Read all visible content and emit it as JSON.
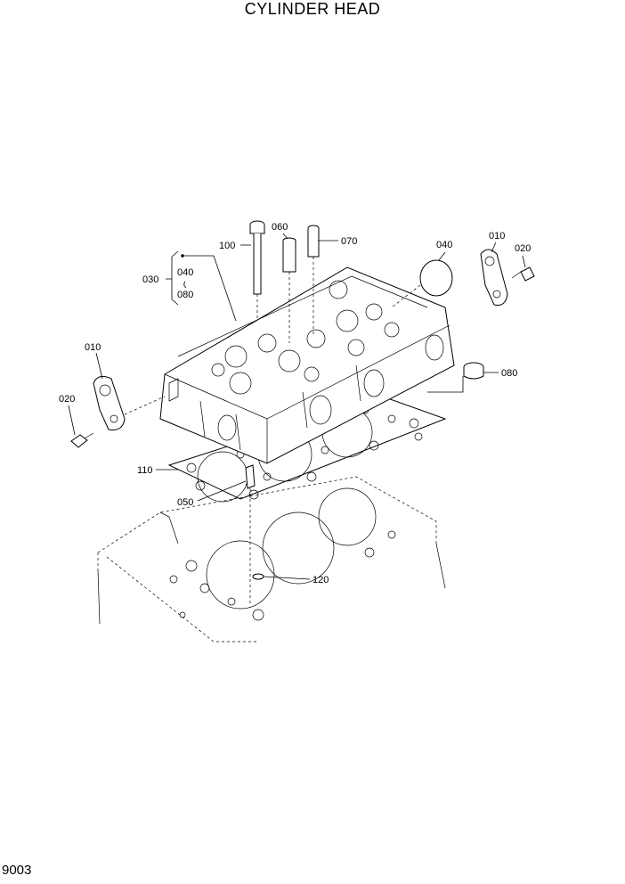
{
  "title": "CYLINDER HEAD",
  "page_number": "9003",
  "callouts": {
    "c010_left": "010",
    "c020_left": "020",
    "c030": "030",
    "c040_group": "040",
    "c080_group": "080",
    "c100": "100",
    "c060": "060",
    "c070": "070",
    "c040_right": "040",
    "c010_right": "010",
    "c020_right": "020",
    "c080_right": "080",
    "c110": "110",
    "c050": "050",
    "c120": "120"
  }
}
